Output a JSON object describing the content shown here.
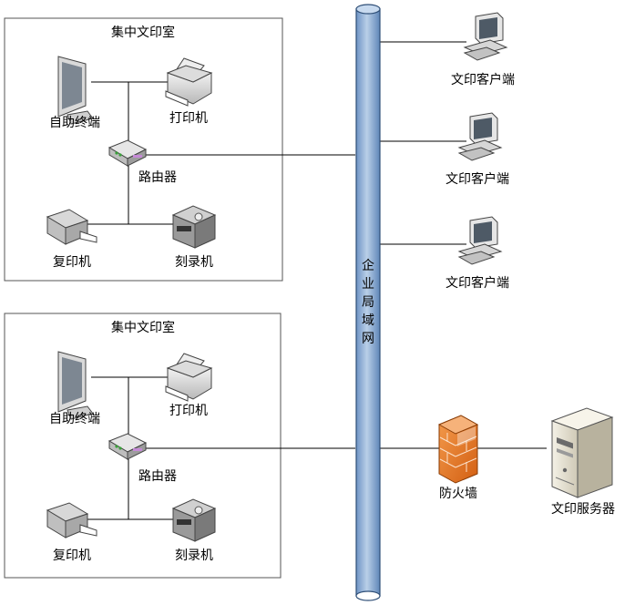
{
  "rooms": [
    {
      "title": "集中文印室",
      "terminal": "自助终端",
      "printer": "打印机",
      "router": "路由器",
      "copier": "复印机",
      "burner": "刻录机"
    },
    {
      "title": "集中文印室",
      "terminal": "自助终端",
      "printer": "打印机",
      "router": "路由器",
      "copier": "复印机",
      "burner": "刻录机"
    }
  ],
  "network": {
    "bus_label_chars": [
      "企",
      "业",
      "局",
      "域",
      "网"
    ]
  },
  "clients": [
    {
      "label": "文印客户端"
    },
    {
      "label": "文印客户端"
    },
    {
      "label": "文印客户端"
    }
  ],
  "firewall": {
    "label": "防火墙"
  },
  "server": {
    "label": "文印服务器"
  },
  "colors": {
    "bus_fill": "#8fb0d6",
    "bus_stroke": "#2f4f77",
    "firewall": "#e8761f",
    "line": "#000000"
  }
}
